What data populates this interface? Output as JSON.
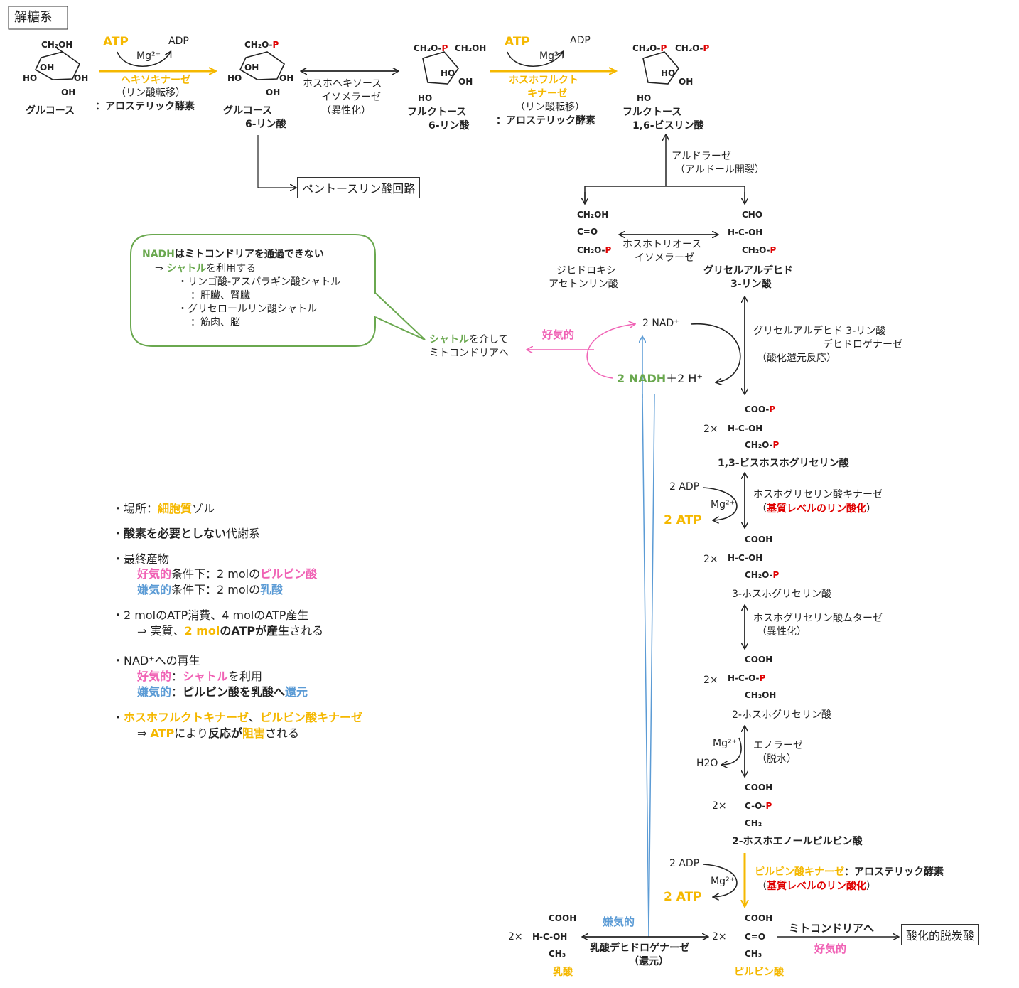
{
  "title": "解糖系",
  "molecules": {
    "glucose": {
      "name": "グルコース",
      "formula": [
        "CH₂OH",
        "OH",
        "HO",
        "OH",
        "OH"
      ]
    },
    "g6p": {
      "name1": "グルコース",
      "name2": "6-リン酸"
    },
    "f6p": {
      "name1": "フルクトース",
      "name2": "6-リン酸"
    },
    "f16bp": {
      "name1": "フルクトース",
      "name2": "1,6-ビスリン酸"
    },
    "dhap": {
      "name1": "ジヒドロキシ",
      "name2": "アセトンリン酸"
    },
    "gap": {
      "name1": "グリセルアルデヒド",
      "name2": "3-リン酸"
    },
    "bpg": {
      "name": "1,3-ビスホスホグリセリン酸",
      "mult": "2×"
    },
    "pg3": {
      "name": "3-ホスホグリセリン酸",
      "mult": "2×"
    },
    "pg2": {
      "name": "2-ホスホグリセリン酸",
      "mult": "2×"
    },
    "pep": {
      "name": "2-ホスホエノールピルビン酸",
      "mult": "2×"
    },
    "pyruvate": {
      "name": "ピルビン酸",
      "mult": "2×"
    },
    "lactate": {
      "name": "乳酸",
      "mult": "2×"
    }
  },
  "atoms": {
    "ch2oh": "CH₂OH",
    "ch2op": "CH₂O-",
    "p": "P",
    "oh": "OH",
    "ho": "HO",
    "cho": "CHO",
    "cooh": "COOH",
    "coop": "COO-",
    "ch2": "CH₂",
    "ch3": "CH₃",
    "hc": "H-C-OH",
    "co": "C=O",
    "cop": "C-O-",
    "hcop": "H-C-O-",
    "hcoh2": "H-C-OH"
  },
  "enzymes": {
    "hexokinase": {
      "atp": "ATP",
      "adp": "ADP",
      "mg": "Mg²⁺",
      "name": "ヘキソキナーゼ",
      "note": "（リン酸転移）",
      "note2": "：アロステリック酵素"
    },
    "isomerase": {
      "l1": "ホスホヘキソース",
      "l2": "イソメラーゼ",
      "l3": "（異性化）"
    },
    "pfk": {
      "atp": "ATP",
      "adp": "ADP",
      "mg": "Mg²⁺",
      "l1": "ホスホフルクト",
      "l2": "キナーゼ",
      "l3": "（リン酸転移）",
      "l4": "：アロステリック酵素"
    },
    "aldolase": {
      "l1": "アルドラーゼ",
      "l2": "（アルドール開裂）"
    },
    "tpi": {
      "l1": "ホスホトリオース",
      "l2": "イソメラーゼ"
    },
    "gapdh": {
      "l1": "グリセルアルデヒド 3-リン酸",
      "l2": "デヒドロゲナーゼ",
      "l3": "（酸化還元反応）",
      "nad": "2 NAD⁺",
      "nadh": "2 NADH",
      "h": "＋2 H⁺"
    },
    "pgk": {
      "adp": "2 ADP",
      "mg": "Mg²⁺",
      "atp": "2 ATP",
      "l1": "ホスホグリセリン酸キナーゼ",
      "l2": "基質レベルのリン酸化"
    },
    "pgm": {
      "l1": "ホスホグリセリン酸ムターゼ",
      "l2": "（異性化）"
    },
    "enolase": {
      "mg": "Mg²⁺",
      "h2o": "H2O",
      "l1": "エノラーゼ",
      "l2": "（脱水）"
    },
    "pk": {
      "adp": "2 ADP",
      "mg": "Mg²⁺",
      "atp": "2 ATP",
      "l1": "ピルビン酸キナーゼ",
      "l1b": "：アロステリック酵素",
      "l2": "基質レベルのリン酸化"
    },
    "ldh": {
      "l1": "乳酸デヒドロゲナーゼ",
      "l2": "（還元）",
      "anaerobic": "嫌気的"
    }
  },
  "pentose": "ペントースリン酸回路",
  "shuttle": {
    "aerobic": "好気的",
    "l1a": "シャトル",
    "l1b": "を介して",
    "l2": "ミトコンドリアへ"
  },
  "mito": {
    "l1": "ミトコンドリアへ",
    "l2": "好気的",
    "box": "酸化的脱炭酸"
  },
  "bubble": {
    "l1a": "NADH",
    "l1b": "はミトコンドリアを通過できない",
    "l2a": "⇒ ",
    "l2b": "シャトル",
    "l2c": "を利用する",
    "l3": "・リンゴ酸-アスパラギン酸シャトル",
    "l4": "：肝臓、腎臓",
    "l5": "・グリセロールリン酸シャトル",
    "l6": "：筋肉、脳"
  },
  "notes": {
    "n1a": "・場所：",
    "n1b": "細胞質",
    "n1c": "ゾル",
    "n2a": "・",
    "n2b": "酸素を必要としない",
    "n2c": "代謝系",
    "n3": "・最終産物",
    "n3a1": "好気的",
    "n3a2": "条件下：2 molの",
    "n3a3": "ピルビン酸",
    "n3b1": "嫌気的",
    "n3b2": "条件下：2 molの",
    "n3b3": "乳酸",
    "n4": "・2 molのATP消費、4 molのATP産生",
    "n4a": "⇒ 実質、",
    "n4b": "2 mol",
    "n4c": "のATPが産生",
    "n4d": "される",
    "n5": "・NAD⁺への再生",
    "n5a1": "好気的",
    "n5a2": "：",
    "n5a3": "シャトル",
    "n5a4": "を利用",
    "n5b1": "嫌気的",
    "n5b2": "：",
    "n5b3": "ピルビン酸を乳酸へ",
    "n5b4": "還元",
    "n6a": "・",
    "n6b": "ホスホフルクトキナーゼ",
    "n6c": "、",
    "n6d": "ピルビン酸キナーゼ",
    "n6e": "⇒ ",
    "n6f": "ATP",
    "n6g": "により",
    "n6h": "反応が",
    "n6i": "阻害",
    "n6j": "される"
  }
}
